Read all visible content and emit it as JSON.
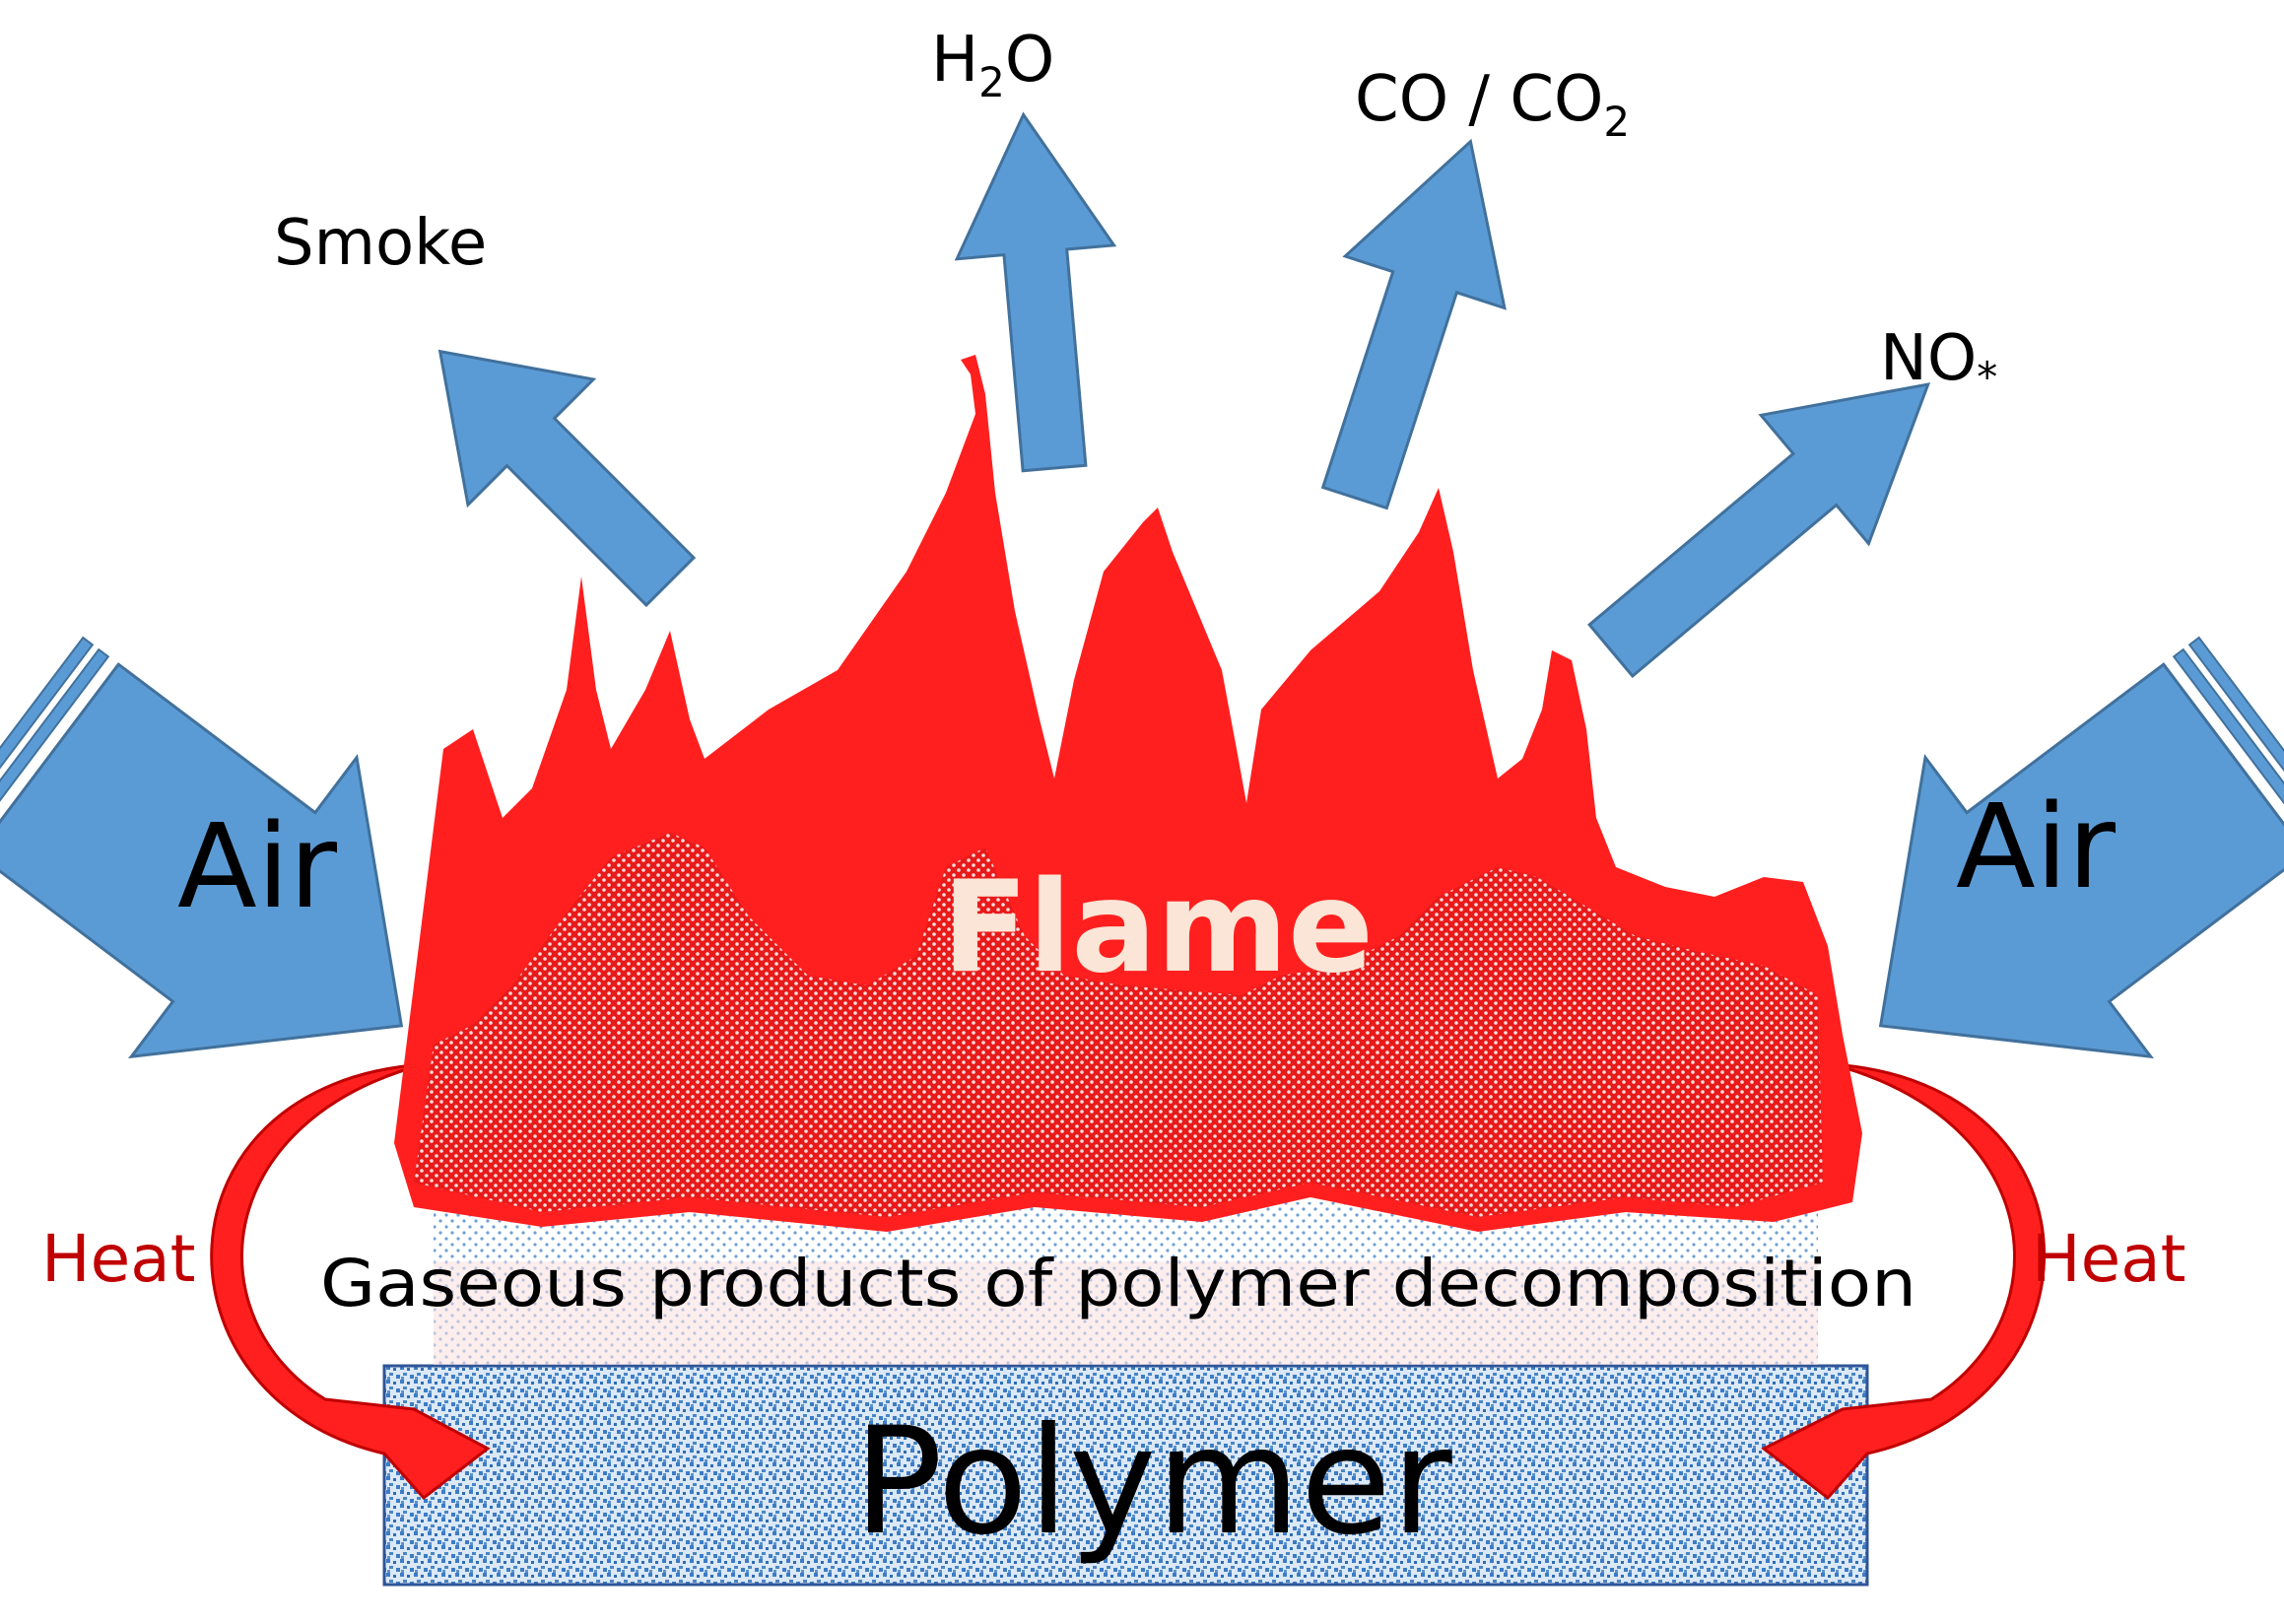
{
  "diagram": {
    "labels": {
      "smoke": "Smoke",
      "water": "H",
      "water_sub": "2",
      "water_tail": "O",
      "carbon": "CO / CO",
      "carbon_sub": "2",
      "nox": "NO",
      "nox_sub": "*",
      "air_left": "Air",
      "air_right": "Air",
      "flame": "Flame",
      "heat_left": "Heat",
      "heat_right": "Heat",
      "gaseous": "Gaseous products of polymer decomposition",
      "polymer": "Polymer"
    },
    "colors": {
      "arrow_fill": "#5b9bd5",
      "arrow_stroke": "#41719c",
      "flame_red": "#ff1f1f",
      "flame_text": "#fbe5d6",
      "heat_red": "#c00000",
      "polymer_blue": "#4a86c5"
    }
  }
}
